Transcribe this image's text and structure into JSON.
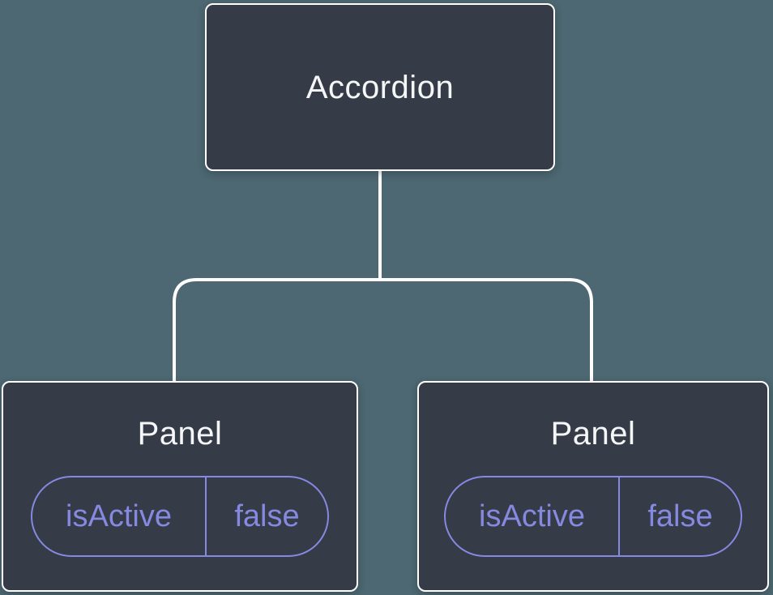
{
  "diagram": {
    "type": "component-tree",
    "colors": {
      "background": "#4D6872",
      "node-fill": "#353B47",
      "node-border": "#FFFFFF",
      "connector": "#FFFFFF",
      "accent": "#8589E0",
      "title-text": "#F5F6F8"
    },
    "root": {
      "label": "Accordion"
    },
    "panels": [
      {
        "label": "Panel",
        "prop": {
          "name": "isActive",
          "value": "false"
        }
      },
      {
        "label": "Panel",
        "prop": {
          "name": "isActive",
          "value": "false"
        }
      }
    ]
  }
}
